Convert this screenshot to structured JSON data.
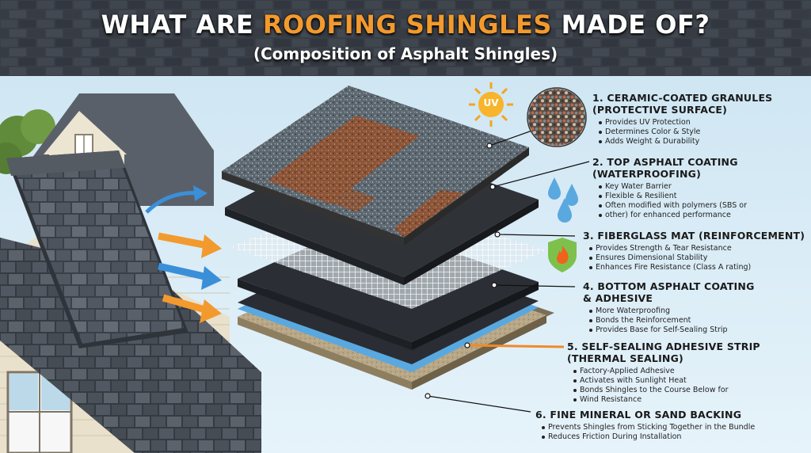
{
  "header": {
    "title_prefix": "WHAT ARE",
    "title_accent": "ROOFING SHINGLES",
    "title_suffix": "MADE OF?",
    "subtitle": "(Composition of Asphalt Shingles)"
  },
  "uv_badge": "UV",
  "layers": [
    {
      "heading_line1": "1. CERAMIC-COATED GRANULES",
      "heading_line2": "(PROTECTIVE SURFACE)",
      "bullets": [
        "Provides UV Protection",
        "Determines Color & Style",
        "Adds Weight & Durability"
      ]
    },
    {
      "heading_line1": "2. TOP ASPHALT COATING",
      "heading_line2": "(WATERPROOFING)",
      "bullets": [
        "Key Water Barrier",
        "Flexible & Resilient",
        "Often modified with polymers (SBS or",
        "other) for enhanced performance"
      ]
    },
    {
      "heading_line1": "3. FIBERGLASS MAT (REINFORCEMENT)",
      "heading_line2": "",
      "bullets": [
        "Provides Strength & Tear Resistance",
        "Ensures Dimensional Stability",
        "Enhances Fire Resistance (Class A rating)"
      ]
    },
    {
      "heading_line1": "4. BOTTOM ASPHALT COATING",
      "heading_line2": "& ADHESIVE",
      "bullets": [
        "More Waterproofing",
        "Bonds the Reinforcement",
        "Provides Base for Self-Sealing Strip"
      ]
    },
    {
      "heading_line1": "5. SELF-SEALING ADHESIVE STRIP",
      "heading_line2": "(THERMAL SEALING)",
      "bullets": [
        "Factory-Applied Adhesive",
        "Activates with Sunlight Heat",
        "Bonds Shingles to the Course Below for",
        "Wind Resistance"
      ]
    },
    {
      "heading_line1": "6. FINE MINERAL OR SAND BACKING",
      "heading_line2": "",
      "bullets": [
        "Prevents Shingles from Sticking Together in the Bundle",
        "Reduces Friction During Installation"
      ]
    }
  ],
  "colors": {
    "accent_orange": "#f29a2e",
    "arrow_blue": "#3b8fd9",
    "sky": "#d8ecf6",
    "roof_dark": "#3e454d",
    "house_siding": "#e9e1cc",
    "water_drop": "#5aa8e0",
    "shield_green": "#7dc14c"
  },
  "icons": [
    "sun-uv-icon",
    "granules-closeup-icon",
    "water-drops-icon",
    "fire-shield-icon"
  ]
}
